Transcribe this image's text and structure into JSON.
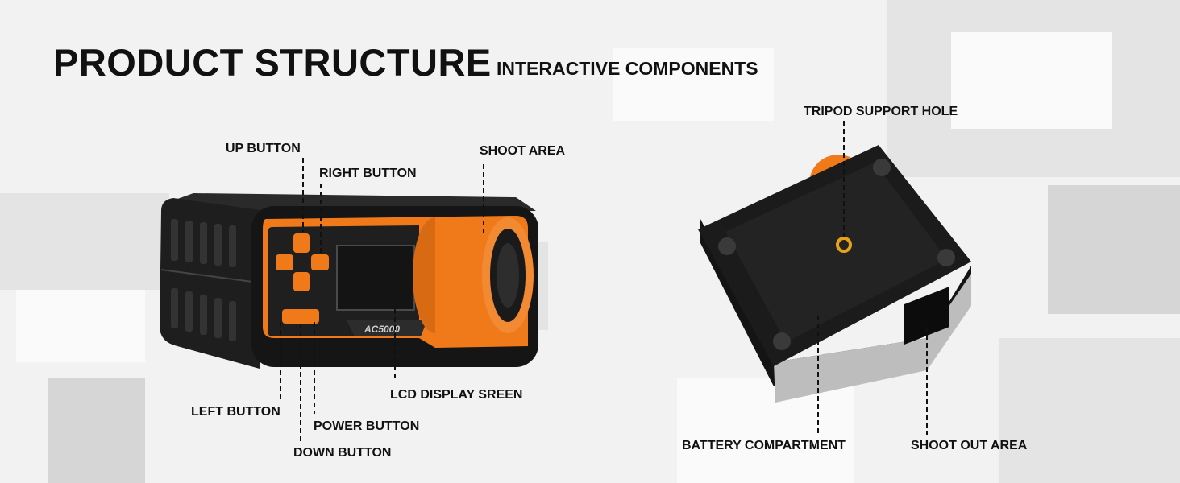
{
  "header": {
    "title": "PRODUCT STRUCTURE",
    "subtitle": "INTERACTIVE COMPONENTS"
  },
  "device": {
    "model_text": "AC5000",
    "accent_color": "#f07a1a",
    "body_color": "#1c1c1c"
  },
  "labels": {
    "up_button": "UP BUTTON",
    "right_button": "RIGHT BUTTON",
    "shoot_area": "SHOOT AREA",
    "left_button": "LEFT BUTTON",
    "power_button": "POWER BUTTON",
    "down_button": "DOWN BUTTON",
    "lcd_display": "LCD DISPLAY SREEN",
    "tripod_hole": "TRIPOD SUPPORT HOLE",
    "battery_compartment": "BATTERY COMPARTMENT",
    "shoot_out_area": "SHOOT OUT AREA"
  }
}
